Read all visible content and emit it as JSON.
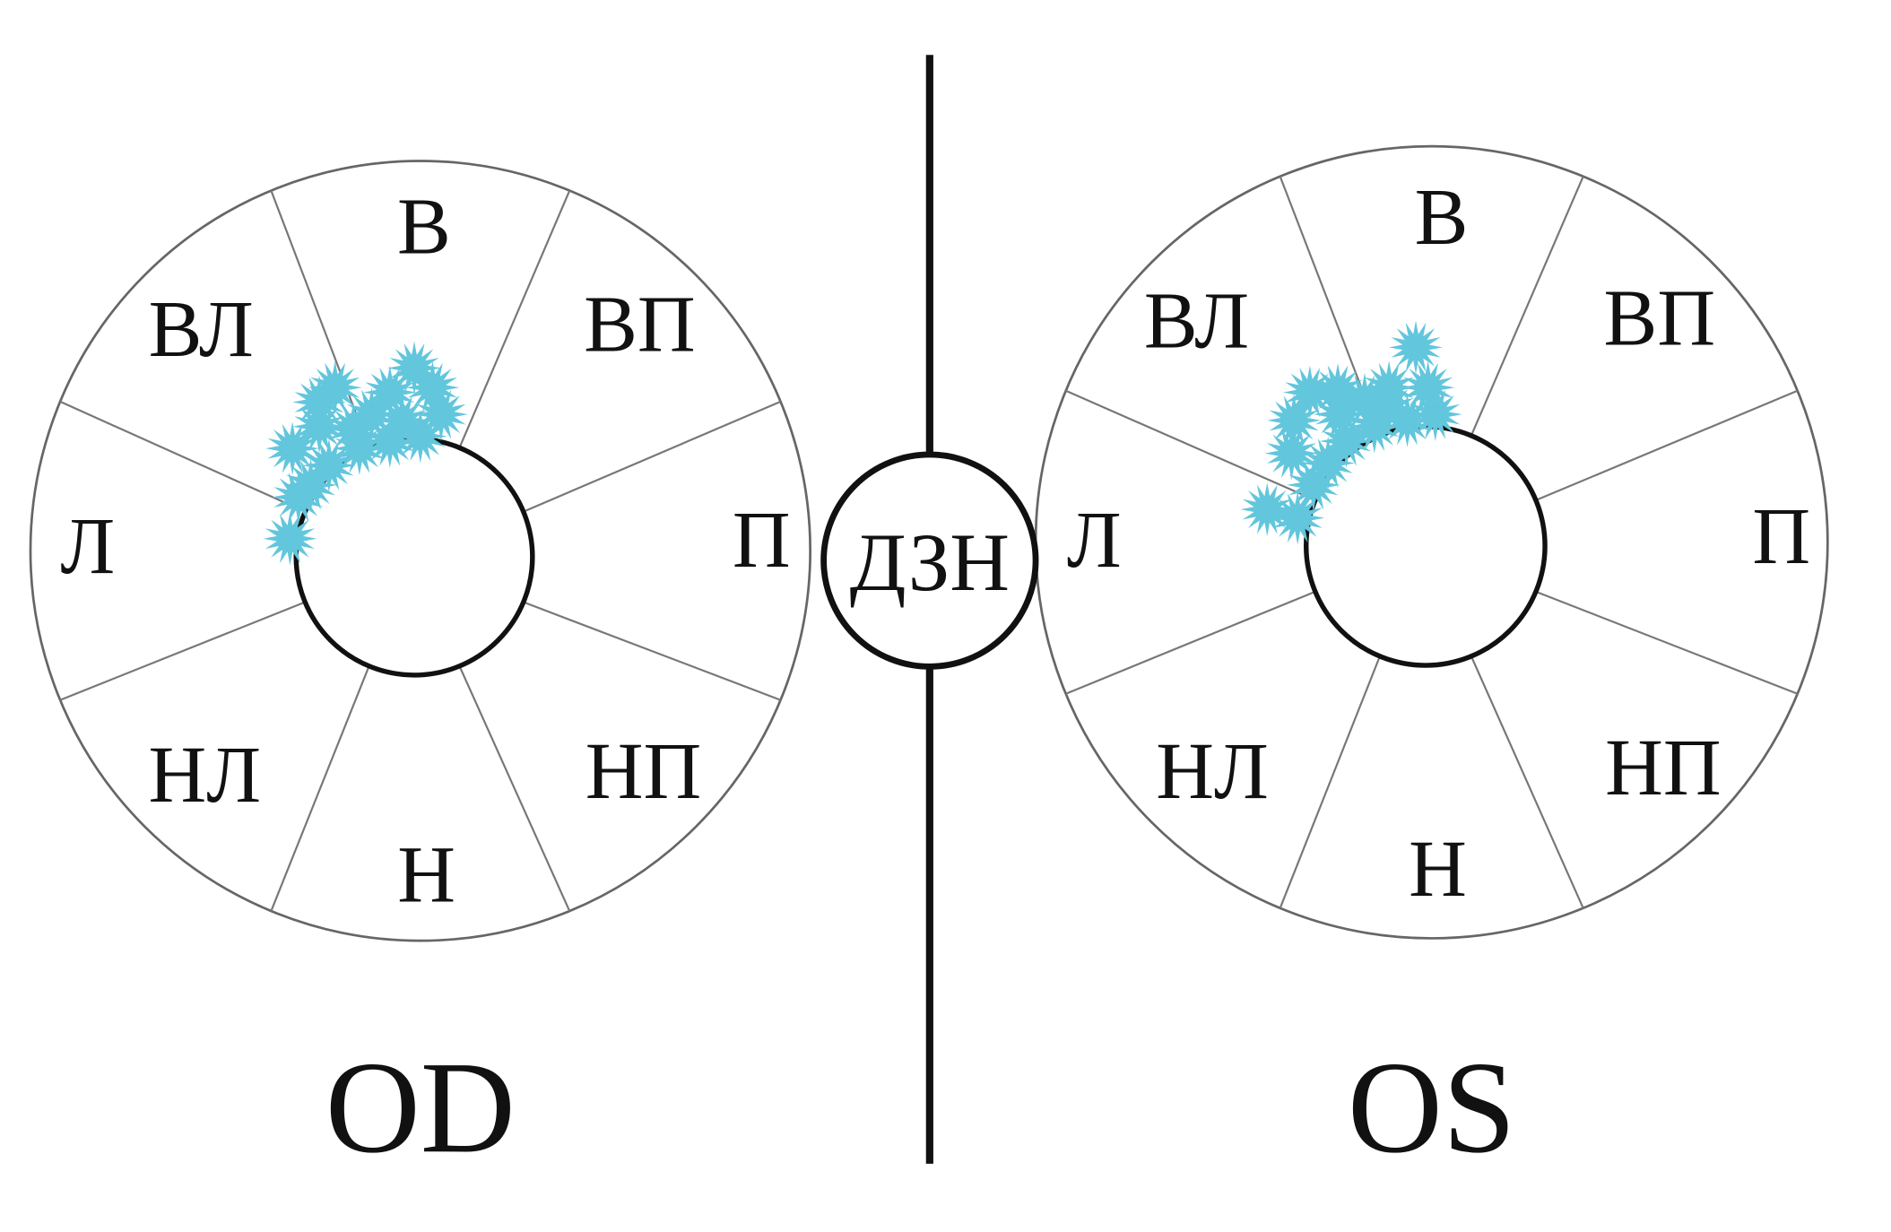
{
  "colors": {
    "marker": "#62c6dc",
    "line": "#111111",
    "spoke": "#777777"
  },
  "center_label": "ДЗН",
  "eyes": [
    {
      "id": "od",
      "title": "OD",
      "sectors": {
        "top": "В",
        "top_right": "ВП",
        "right": "П",
        "bottom_right": "НП",
        "bottom": "Н",
        "bottom_left": "НЛ",
        "left": "Л",
        "top_left": "ВЛ"
      }
    },
    {
      "id": "os",
      "title": "OS",
      "sectors": {
        "top": "В",
        "top_right": "ВП",
        "right": "П",
        "bottom_right": "НП",
        "bottom": "Н",
        "bottom_left": "НЛ",
        "left": "Л",
        "top_left": "ВЛ"
      }
    }
  ]
}
